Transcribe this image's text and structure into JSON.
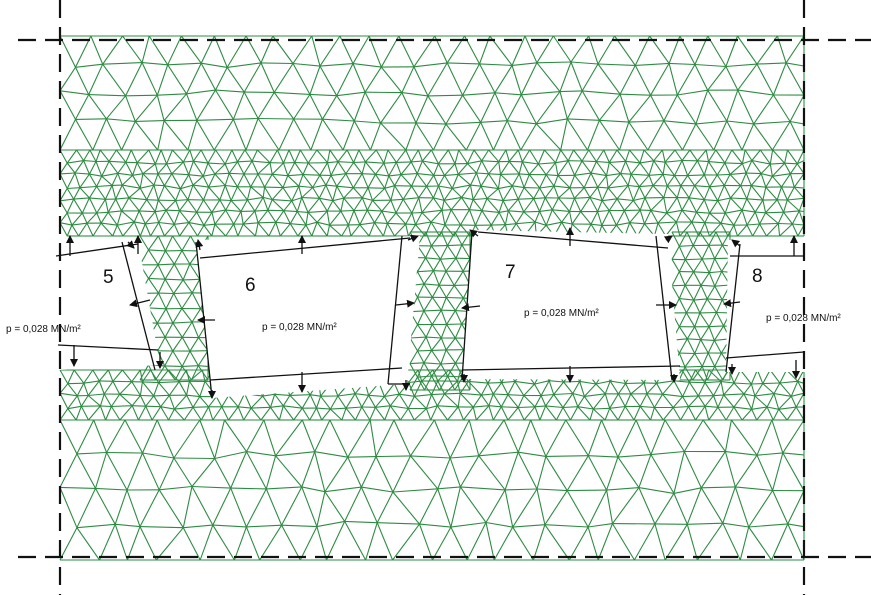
{
  "figure": {
    "chamber_numbers": [
      "5",
      "6",
      "7",
      "8"
    ],
    "pressure_label": "p = 0,028 MN/m²",
    "colors": {
      "mesh_line": "#2e8b43",
      "mesh_node": "#2a8a3a",
      "boundary": "#111111",
      "background": "#ffffff"
    }
  }
}
